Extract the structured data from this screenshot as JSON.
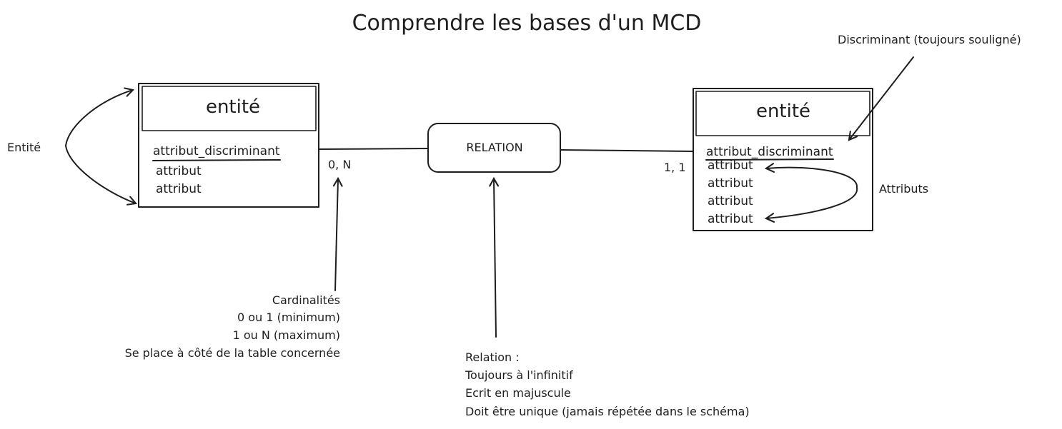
{
  "title": "Comprendre les bases d'un MCD",
  "entity_left": {
    "name": "entité",
    "attributes": [
      "attribut_discriminant",
      "attribut",
      "attribut"
    ]
  },
  "entity_right": {
    "name": "entité",
    "attributes": [
      "attribut_discriminant",
      "attribut",
      "attribut",
      "attribut",
      "attribut"
    ]
  },
  "relation": {
    "name": "RELATION"
  },
  "cardinality_left": "0, N",
  "cardinality_right": "1, 1",
  "labels": {
    "entity": "Entité",
    "attributes": "Attributs",
    "discriminant": "Discriminant (toujours souligné)"
  },
  "notes": {
    "cardinalities": [
      "Cardinalités",
      "0 ou 1 (minimum)",
      "1 ou N (maximum)",
      "Se place à côté de la table concernée"
    ],
    "relation": [
      "Relation :",
      "Toujours à l'infinitif",
      "Ecrit en majuscule",
      "Doit être unique (jamais répétée dans le schéma)"
    ]
  }
}
